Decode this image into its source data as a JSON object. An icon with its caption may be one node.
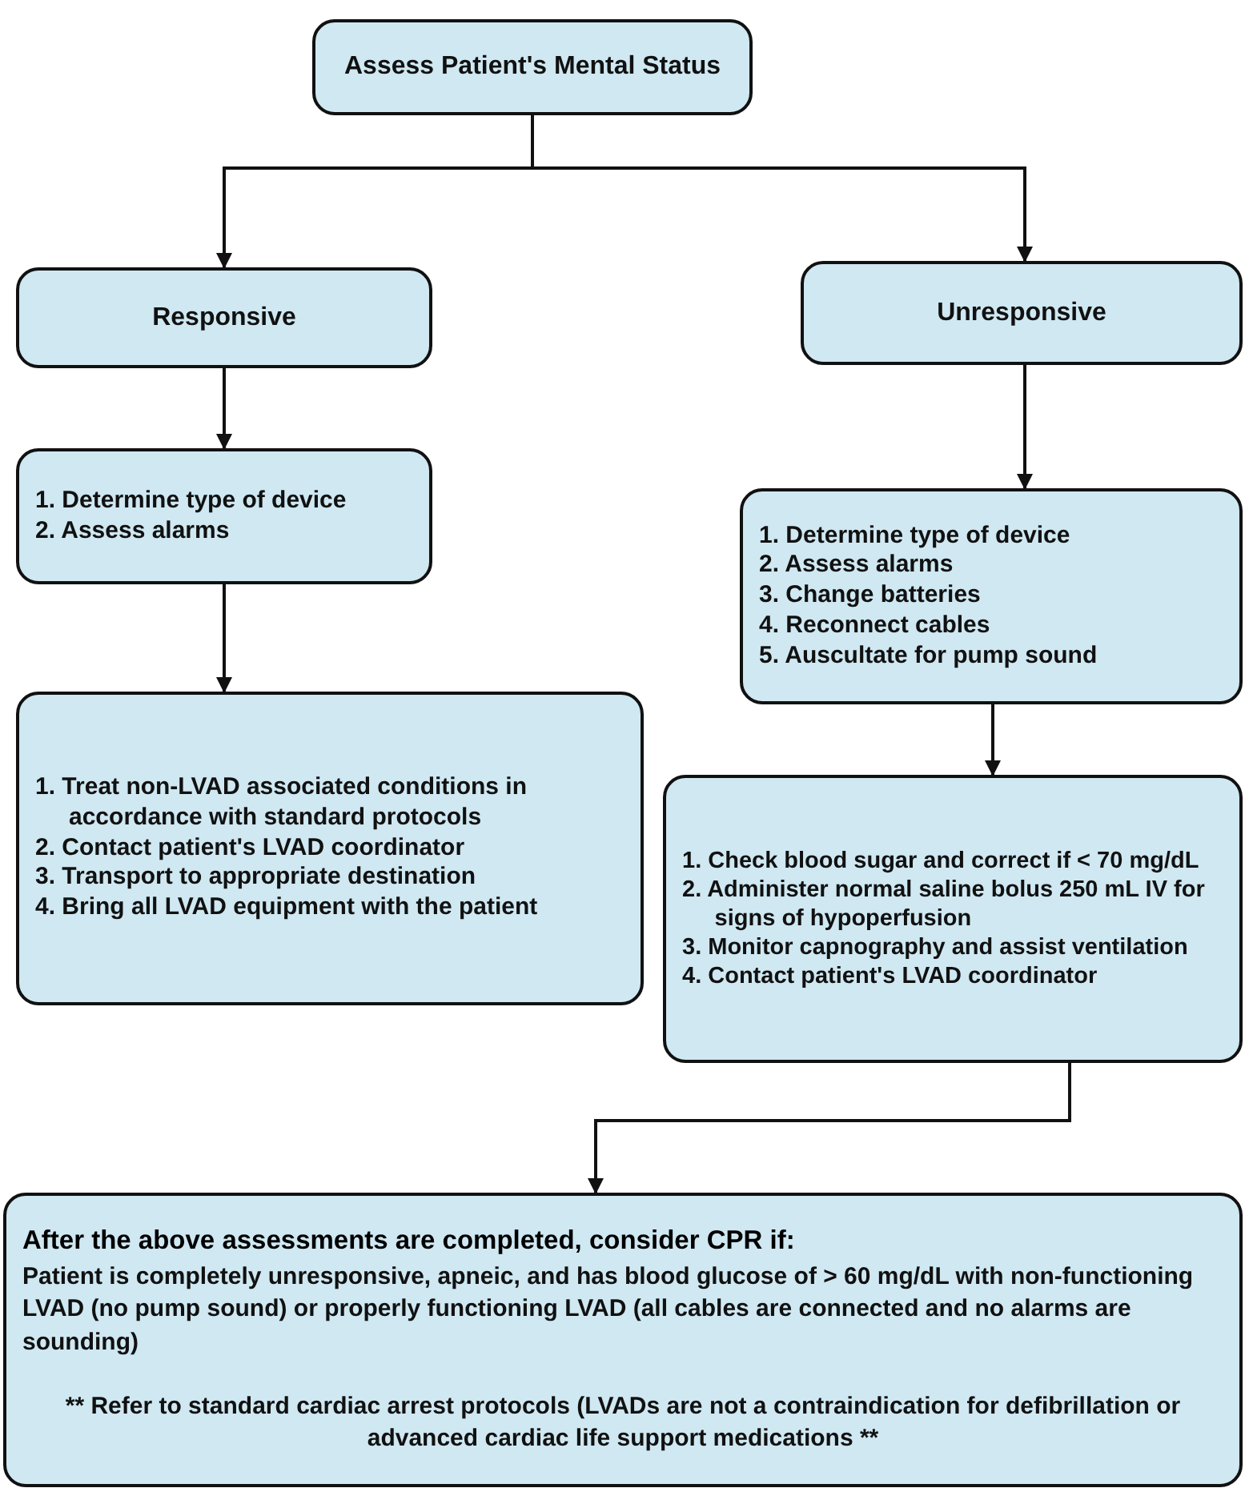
{
  "diagram": {
    "nodes": [
      {
        "text": [
          "Assess Patient's Mental Status"
        ]
      },
      {
        "text": [
          "Responsive"
        ]
      },
      {
        "text": [
          "Unresponsive"
        ]
      },
      {
        "text": [
          "1. Determine type of device",
          "2. Assess alarms"
        ]
      },
      {
        "text": [
          "1. Determine type of device",
          "2. Assess alarms",
          "3. Change batteries",
          "4. Reconnect cables",
          "5. Auscultate for pump sound"
        ]
      },
      {
        "text": [
          "1. Treat non-LVAD associated conditions in accordance with standard protocols",
          "2. Contact patient's LVAD coordinator",
          "3. Transport to appropriate destination",
          "4. Bring all LVAD equipment with the patient"
        ]
      },
      {
        "text": [
          "1. Check blood sugar and correct if < 70 mg/dL",
          "2. Administer normal saline bolus 250 mL IV for signs of hypoperfusion",
          "3. Monitor capnography and assist ventilation",
          "4. Contact patient's LVAD coordinator"
        ]
      },
      {
        "text": [
          "After the above assessments are completed, consider CPR if:",
          "Patient is completely unresponsive, apneic, and has blood glucose of > 60 mg/dL with non-functioning LVAD (no pump sound) or properly functioning LVAD (all cables are connected and no alarms are sounding)",
          "** Refer to standard cardiac arrest protocols (LVADs are not a contraindication for defibrillation  or advanced cardiac life support medications **"
        ]
      }
    ],
    "edges": [
      {
        "from": 0,
        "to": 1,
        "arrow": "to"
      },
      {
        "from": 0,
        "to": 2,
        "arrow": "to"
      },
      {
        "from": 1,
        "to": 3,
        "arrow": "to"
      },
      {
        "from": 2,
        "to": 4,
        "arrow": "to"
      },
      {
        "from": 3,
        "to": 5,
        "arrow": "to"
      },
      {
        "from": 4,
        "to": 6,
        "arrow": "to"
      },
      {
        "from": 6,
        "to": 7,
        "arrow": "to"
      }
    ]
  }
}
